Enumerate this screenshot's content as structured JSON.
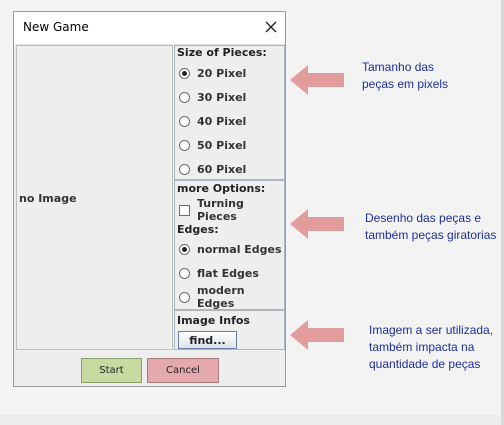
{
  "dialog": {
    "title": "New Game",
    "close_icon": "close-icon",
    "image_pane": {
      "placeholder": "no Image"
    },
    "size_section": {
      "heading": "Size of Pieces:",
      "selected": "20 Pixel",
      "options": [
        "20 Pixel",
        "30 Pixel",
        "40 Pixel",
        "50 Pixel",
        "60 Pixel"
      ]
    },
    "options_section": {
      "heading": "more Options:",
      "turning_pieces": {
        "label": "Turning Pieces",
        "checked": false
      },
      "edges_heading": "Edges:",
      "selected_edge": "normal Edges",
      "edges": [
        "normal Edges",
        "flat Edges",
        "modern Edges"
      ]
    },
    "image_section": {
      "heading": "Image Infos",
      "find_label": "find..."
    },
    "buttons": {
      "start": "Start",
      "cancel": "Cancel"
    }
  },
  "annotations": [
    {
      "lines": [
        "Tamanho das",
        "peças em pixels"
      ]
    },
    {
      "lines": [
        "Desenho das peças e",
        "também peças giratorias"
      ]
    },
    {
      "lines": [
        "Imagem a ser utilizada,",
        "também impacta na",
        "quantidade de peças"
      ]
    }
  ],
  "colors": {
    "arrow": "#e39c9c",
    "annotation_text": "#1c2f9c",
    "start_button": "#c6daa2",
    "cancel_button": "#e3a9ac",
    "section_border": "#a9b6c6"
  }
}
